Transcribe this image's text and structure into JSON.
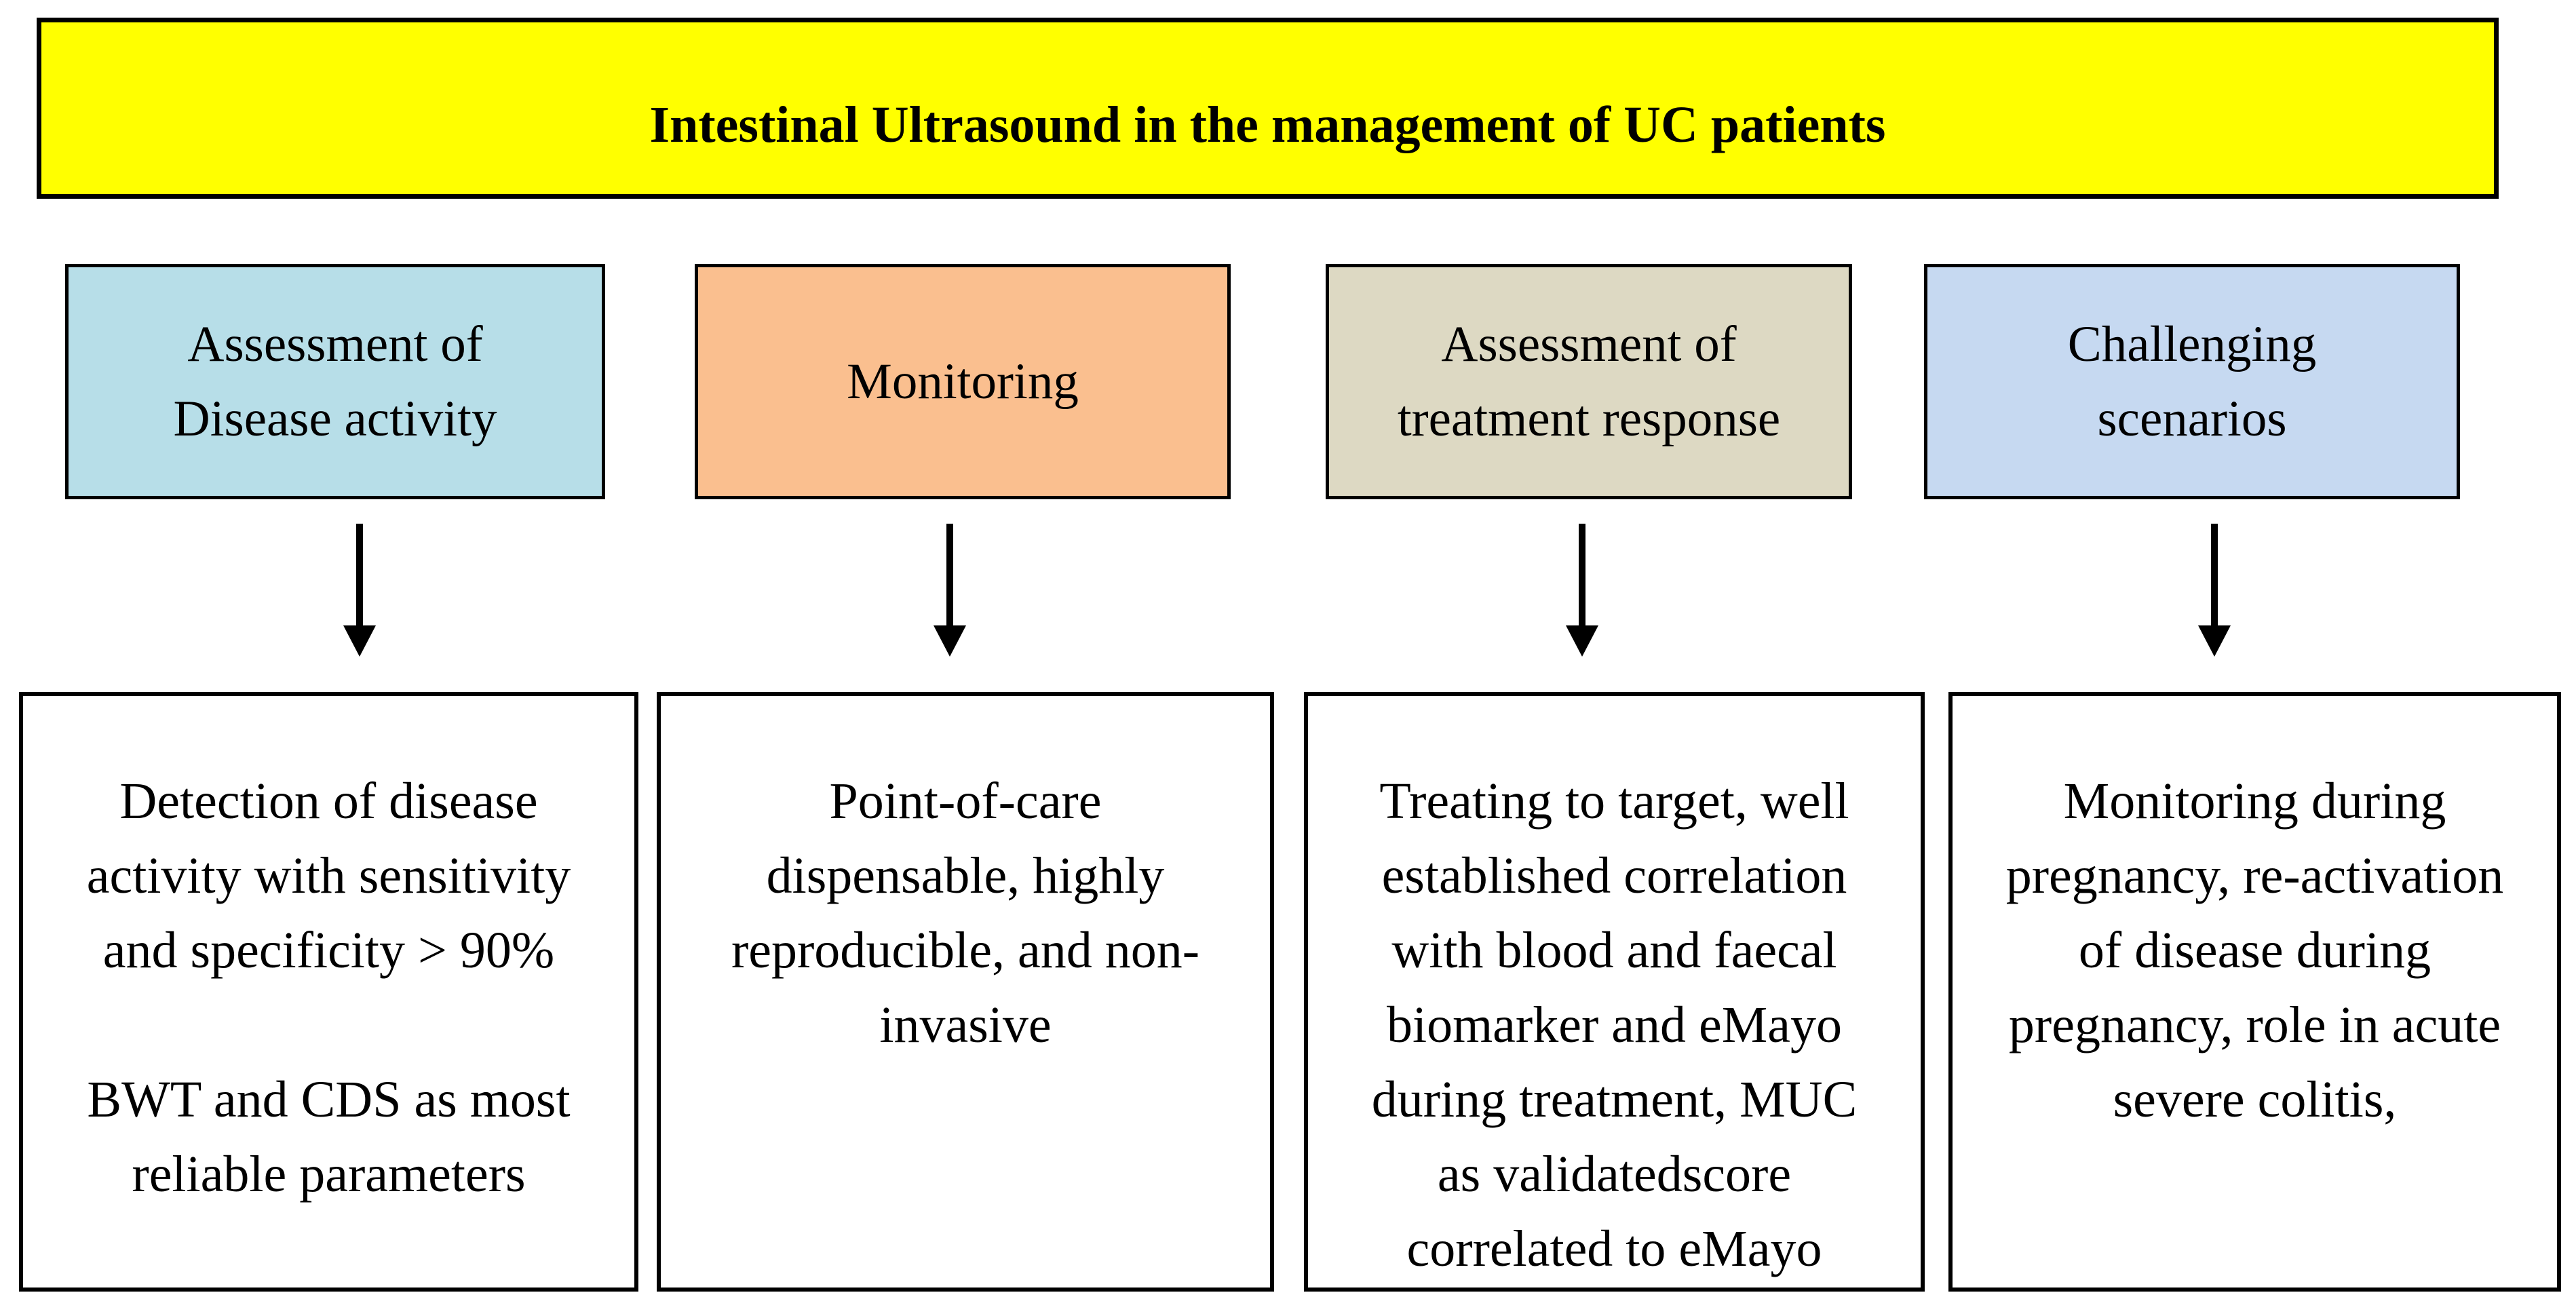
{
  "banner": {
    "title": "Intestinal Ultrasound in the management of UC patients",
    "bg": "#ffff00"
  },
  "colors": {
    "border": "#000000",
    "arrow": "#000000",
    "text": "#000000",
    "page_bg": "#ffffff"
  },
  "columns": [
    {
      "id": "disease-activity",
      "header": {
        "bg": "#b7dee8",
        "lines": [
          "Assessment of",
          "Disease activity"
        ]
      },
      "detail": {
        "lines": [
          "Detection of disease",
          "activity with sensitivity",
          "and specificity > 90%",
          "",
          "BWT and CDS as most",
          "reliable parameters"
        ]
      }
    },
    {
      "id": "monitoring",
      "header": {
        "bg": "#fabf8f",
        "lines": [
          "Monitoring"
        ]
      },
      "detail": {
        "lines": [
          "Point-of-care",
          "dispensable, highly",
          "reproducible, and non-",
          "invasive"
        ]
      }
    },
    {
      "id": "treatment-response",
      "header": {
        "bg": "#ddd9c3",
        "lines": [
          "Assessment of",
          "treatment response"
        ]
      },
      "detail": {
        "lines": [
          "Treating to target, well",
          "established correlation",
          "with blood and faecal",
          "biomarker and eMayo",
          "during treatment, MUC",
          "as validatedscore",
          "correlated to eMayo"
        ]
      }
    },
    {
      "id": "challenging-scenarios",
      "header": {
        "bg": "#c6d9f1",
        "lines": [
          "Challenging",
          "scenarios"
        ]
      },
      "detail": {
        "lines": [
          "Monitoring during",
          "pregnancy, re-activation",
          "of disease during",
          "pregnancy, role in acute",
          "severe colitis,"
        ]
      }
    }
  ]
}
